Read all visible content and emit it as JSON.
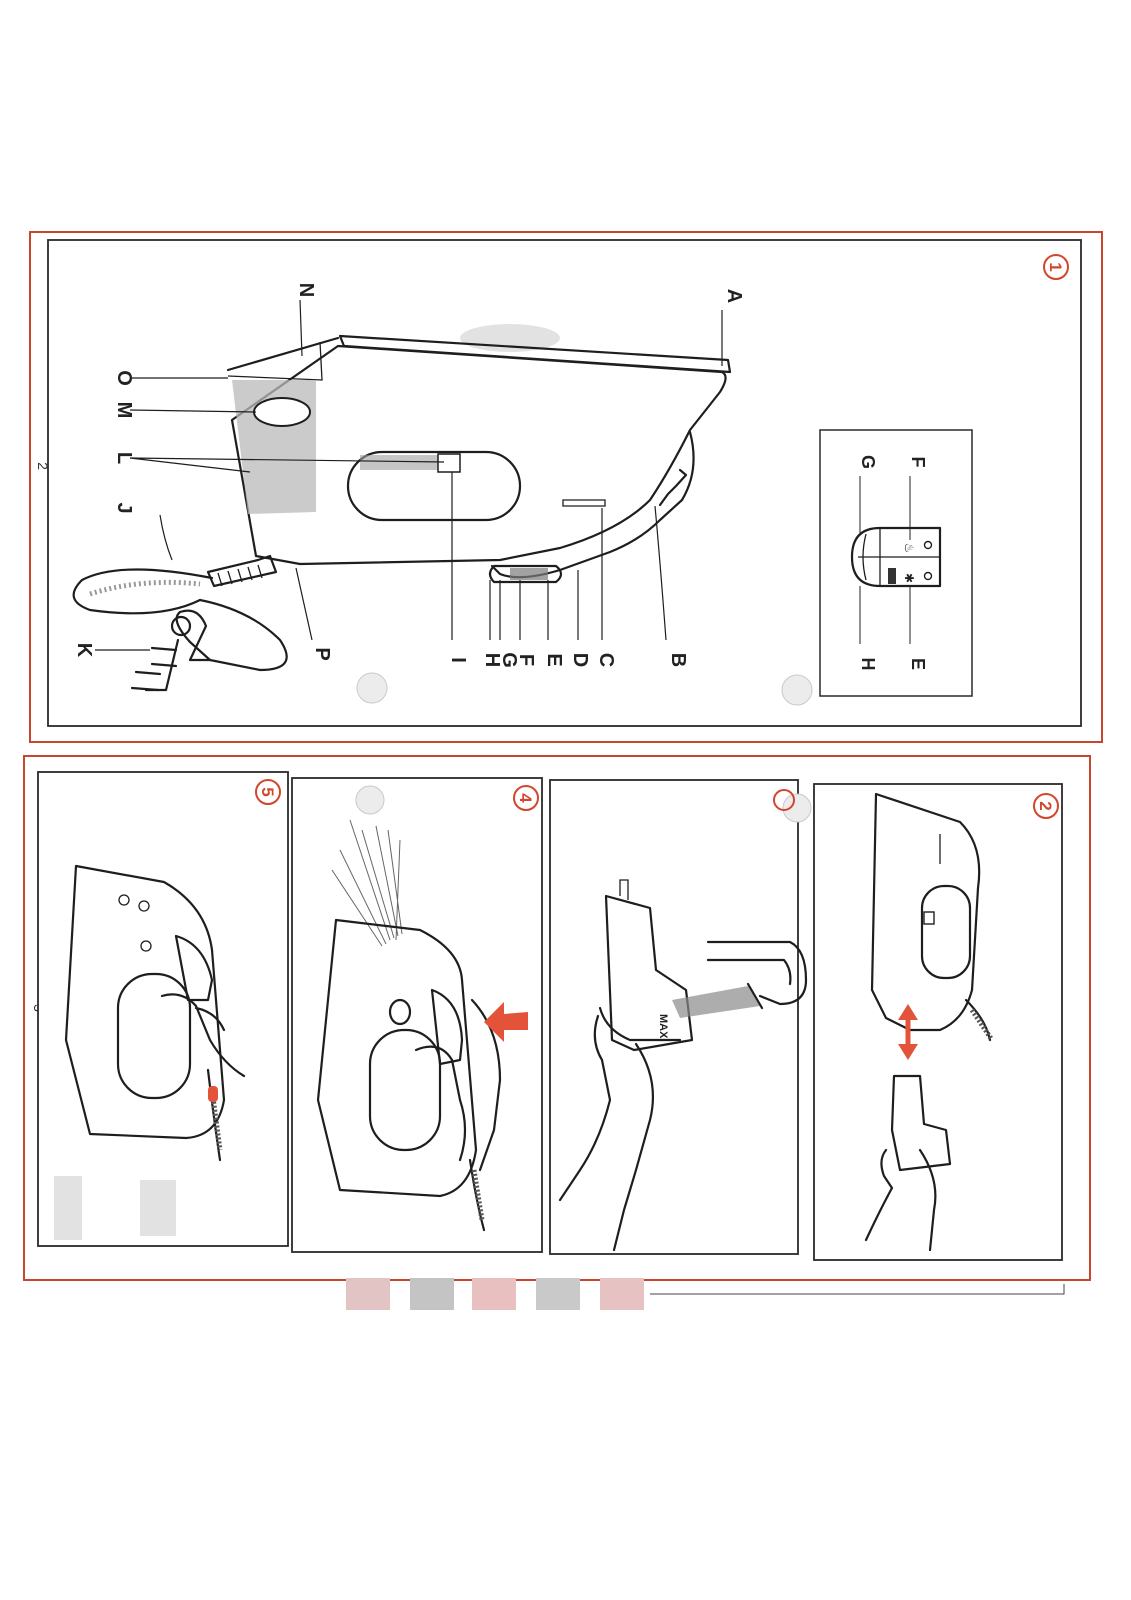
{
  "page": {
    "page_number_upper": "2",
    "page_number_lower": "3"
  },
  "figure_1": {
    "number": "1",
    "part_labels": [
      "A",
      "B",
      "C",
      "D",
      "E",
      "F",
      "G",
      "H",
      "I",
      "J",
      "K",
      "L",
      "M",
      "N",
      "O",
      "P"
    ],
    "inset_labels": [
      "F",
      "G",
      "E",
      "H"
    ]
  },
  "steps": [
    {
      "number": "2",
      "caption": ""
    },
    {
      "number": "3",
      "caption": "",
      "max_mark": "MAX"
    },
    {
      "number": "4",
      "caption": ""
    },
    {
      "number": "5",
      "caption": ""
    }
  ],
  "colors": {
    "frame": "#c8452e",
    "accent": "#e2533a",
    "ink": "#1e1e1e",
    "swatches": [
      "#e2c4c4",
      "#c4c4c4",
      "#e8c0c0",
      "#c9c9c9",
      "#e6c2c2"
    ]
  }
}
